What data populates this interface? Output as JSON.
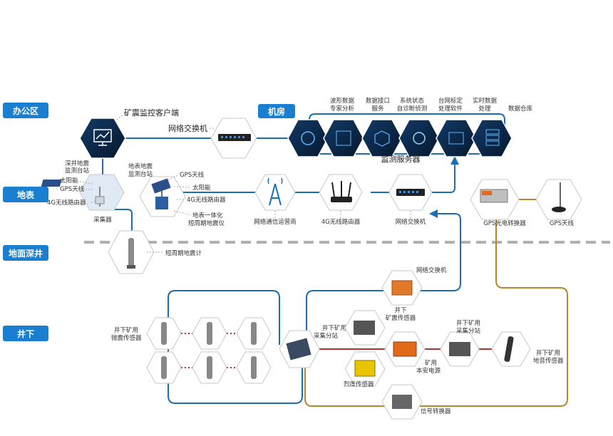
{
  "zones": {
    "office": "办公区",
    "ground": "地表",
    "borehole": "地面深井",
    "underground": "井下"
  },
  "office": {
    "client": "矿震监控客户端",
    "switch": "网络交换机",
    "machine_room": "机房"
  },
  "servers": {
    "title": "监测服务器",
    "items": [
      {
        "line1": "波形数据",
        "line2": "专家分析"
      },
      {
        "line1": "数据接口",
        "line2": "服务"
      },
      {
        "line1": "系统状态",
        "line2": "自诊断侦测"
      },
      {
        "line1": "台网标定",
        "line2": "处理软件"
      },
      {
        "line1": "实时数据",
        "line2": "处理"
      },
      {
        "line1": "数据仓库",
        "line2": ""
      }
    ]
  },
  "ground": {
    "deep_station_line1": "深井地震",
    "deep_station_line2": "监测台站",
    "solar_left": "太阳能",
    "gps_left": "GPS天线",
    "router4g_left": "4G无线路由器",
    "collector": "采集器",
    "surface_station_line1": "地表地震",
    "surface_station_line2": "监测台站",
    "gps_right": "GPS天线",
    "solar_right": "太阳能",
    "router4g_right": "4G无线路由器",
    "integrated_line1": "地表一体化",
    "integrated_line2": "短周期地震仪",
    "isp": "网络通信运营商",
    "router4g": "4G无线路由器",
    "switch": "网络交换机",
    "gps_converter": "GPS光电转换器",
    "gps_antenna": "GPS天线"
  },
  "borehole": {
    "seismometer": "短周期地震计"
  },
  "underground": {
    "switch": "网络交换机",
    "seismic_sensor_line1": "井下",
    "seismic_sensor_line2": "矿震传感器",
    "micro_sensor_line1": "井下矿用",
    "micro_sensor_line2": "微震传感器",
    "substation_line1": "井下矿用",
    "substation_line2": "采集分站",
    "substation2_line1": "井下矿用",
    "substation2_line2": "采集分站",
    "power_line1": "矿用",
    "power_line2": "本安电源",
    "acoustic_line1": "井下矿用",
    "acoustic_line2": "地音传感器",
    "intensity": "烈度传感器",
    "converter": "信号转换器"
  },
  "colors": {
    "zone_label": "#1a7fd0",
    "blue_line": "#1a6fb3",
    "gold_line": "#b8862b",
    "red_line": "#b03030",
    "dark_tile": "#0d2a4a"
  }
}
